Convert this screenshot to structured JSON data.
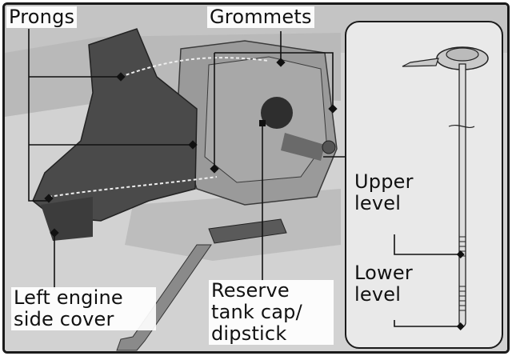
{
  "labels": {
    "prongs": "Prongs",
    "grommets": "Grommets",
    "left_engine_side_cover": "Left engine side cover",
    "reserve_tank_cap": "Reserve tank cap/ dipstick",
    "upper_level": "Upper level",
    "lower_level": "Lower level"
  },
  "colors": {
    "frame_border": "#1a1a1a",
    "cover_dark": "#4a4a4a",
    "engine_mid": "#8e8e8e",
    "background_light": "#d8d8d8",
    "inset_background": "#e9e9e9"
  }
}
